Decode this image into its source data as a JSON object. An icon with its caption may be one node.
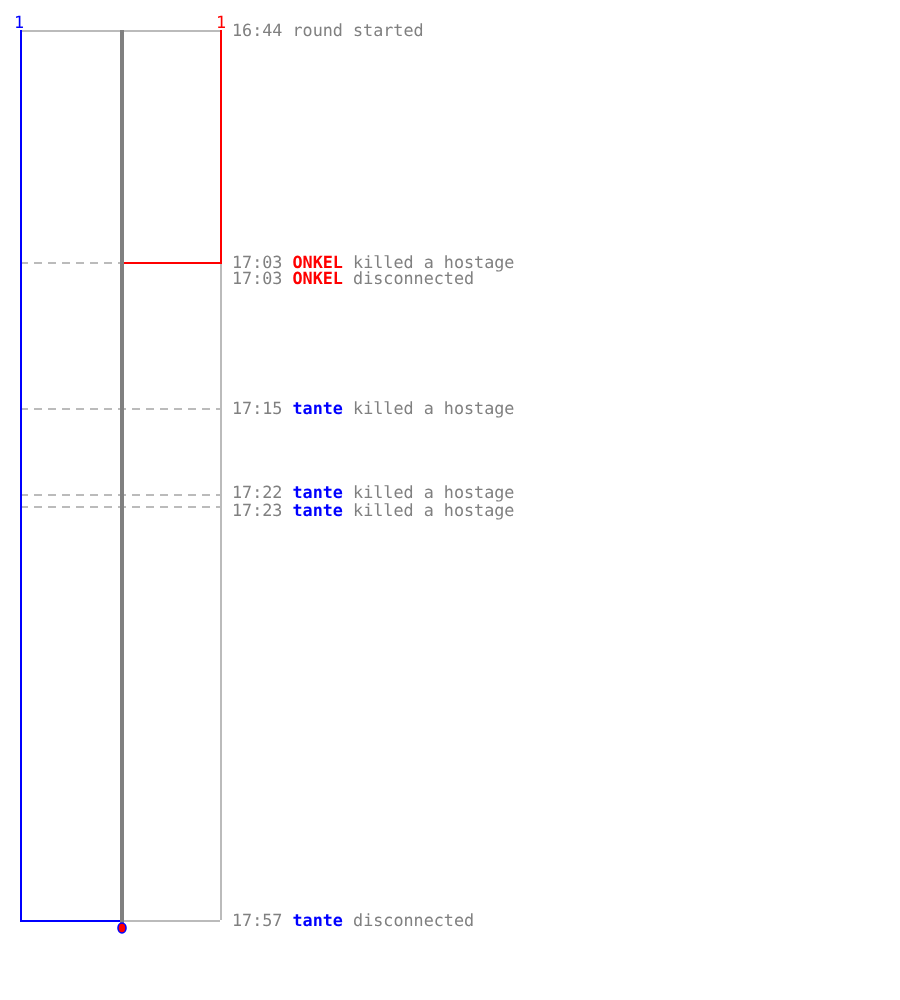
{
  "diagram": {
    "labels": [
      "1",
      "1",
      "16:44 round started",
      "17:03 **ONKEL** killed a hostage",
      "17:03 **ONKEL** disconnected",
      "17:15 **tante** killed a hostage",
      "17:22 **tante** killed a hostage",
      "17:23 **tante** killed a hostage",
      "17:57 **tante** disconnected"
    ]
  }
}
